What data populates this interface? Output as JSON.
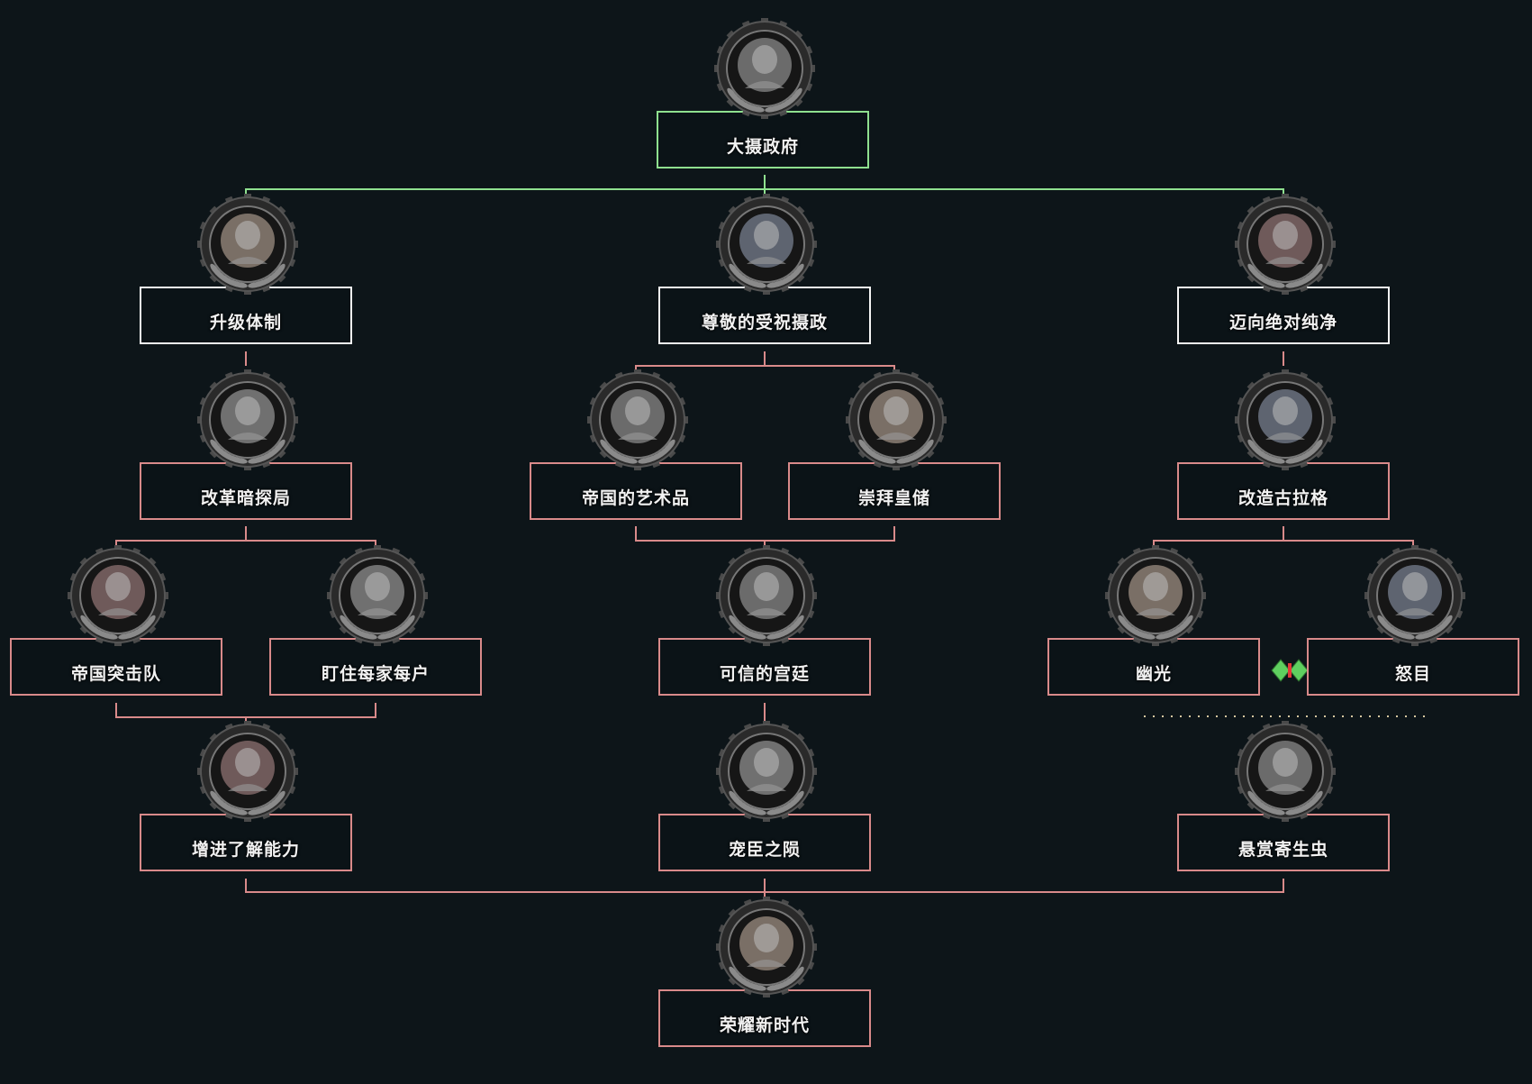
{
  "colors": {
    "background": "#0d1519",
    "completed": "#8fe08f",
    "available": "#f4f4f4",
    "locked": "#d98a8a",
    "exclusive": "#7de07d"
  },
  "focuses": [
    {
      "id": "f01",
      "label": "大摄政府",
      "status": "completed",
      "icon": "clock-girl-portrait-icon"
    },
    {
      "id": "f02",
      "label": "升级体制",
      "status": "available",
      "icon": "brain-book-icon"
    },
    {
      "id": "f03",
      "label": "尊敬的受祝摄政",
      "status": "available",
      "icon": "old-man-crown-icon"
    },
    {
      "id": "f04",
      "label": "迈向绝对纯净",
      "status": "available",
      "icon": "skulls-document-icon"
    },
    {
      "id": "f05",
      "label": "改革暗探局",
      "status": "locked",
      "icon": "secret-police-shield-icon"
    },
    {
      "id": "f06",
      "label": "帝国的艺术品",
      "status": "locked",
      "icon": "family-portrait-icon"
    },
    {
      "id": "f07",
      "label": "崇拜皇储",
      "status": "locked",
      "icon": "white-hair-girl-icon"
    },
    {
      "id": "f08",
      "label": "改造古拉格",
      "status": "locked",
      "icon": "red-skulls-banner-icon"
    },
    {
      "id": "f09",
      "label": "帝国突击队",
      "status": "locked",
      "icon": "soldier-rifle-icon"
    },
    {
      "id": "f10",
      "label": "盯住每家每户",
      "status": "locked",
      "icon": "eye-house-icon"
    },
    {
      "id": "f11",
      "label": "可信的宫廷",
      "status": "locked",
      "icon": "candle-rose-icon"
    },
    {
      "id": "f12",
      "label": "幽光",
      "status": "locked",
      "icon": "star-globe-icon"
    },
    {
      "id": "f13",
      "label": "怒目",
      "status": "locked",
      "icon": "blue-hat-girl-flags-icon"
    },
    {
      "id": "f14",
      "label": "增进了解能力",
      "status": "locked",
      "icon": "equipment-bags-icon"
    },
    {
      "id": "f15",
      "label": "宠臣之陨",
      "status": "locked",
      "icon": "white-haired-lady-icon"
    },
    {
      "id": "f16",
      "label": "悬赏寄生虫",
      "status": "locked",
      "icon": "rifles-star-emblem-icon"
    },
    {
      "id": "f17",
      "label": "荣耀新时代",
      "status": "locked",
      "icon": "double-eagle-map-icon"
    }
  ]
}
